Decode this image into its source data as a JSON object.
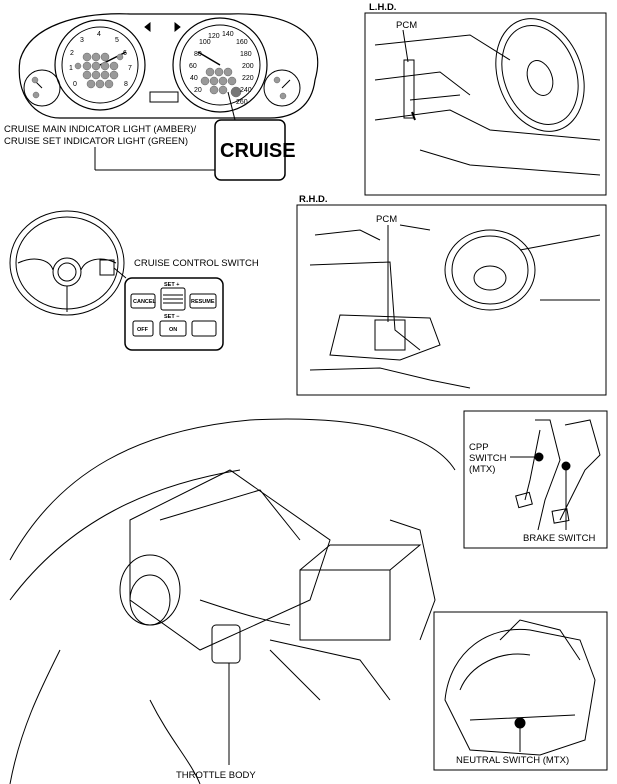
{
  "labels": {
    "lhd": "L.H.D.",
    "rhd": "R.H.D.",
    "pcm_lhd": "PCM",
    "pcm_rhd": "PCM",
    "cruise_light_line1": "CRUISE MAIN INDICATOR LIGHT (AMBER)/",
    "cruise_light_line2": "CRUISE SET INDICATOR LIGHT (GREEN)",
    "cruise_badge": "CRUISE",
    "cruise_control_switch": "CRUISE CONTROL SWITCH",
    "cpp_line1": "CPP",
    "cpp_line2": "SWITCH",
    "cpp_line3": "(MTX)",
    "brake_switch": "BRAKE SWITCH",
    "neutral_switch": "NEUTRAL SWITCH (MTX)",
    "throttle_body": "THROTTLE BODY"
  },
  "switch_buttons": {
    "cancel": "CANCEL",
    "resume": "RESUME",
    "set_plus": "SET +",
    "set_minus": "SET −",
    "off": "OFF",
    "on": "ON"
  }
}
